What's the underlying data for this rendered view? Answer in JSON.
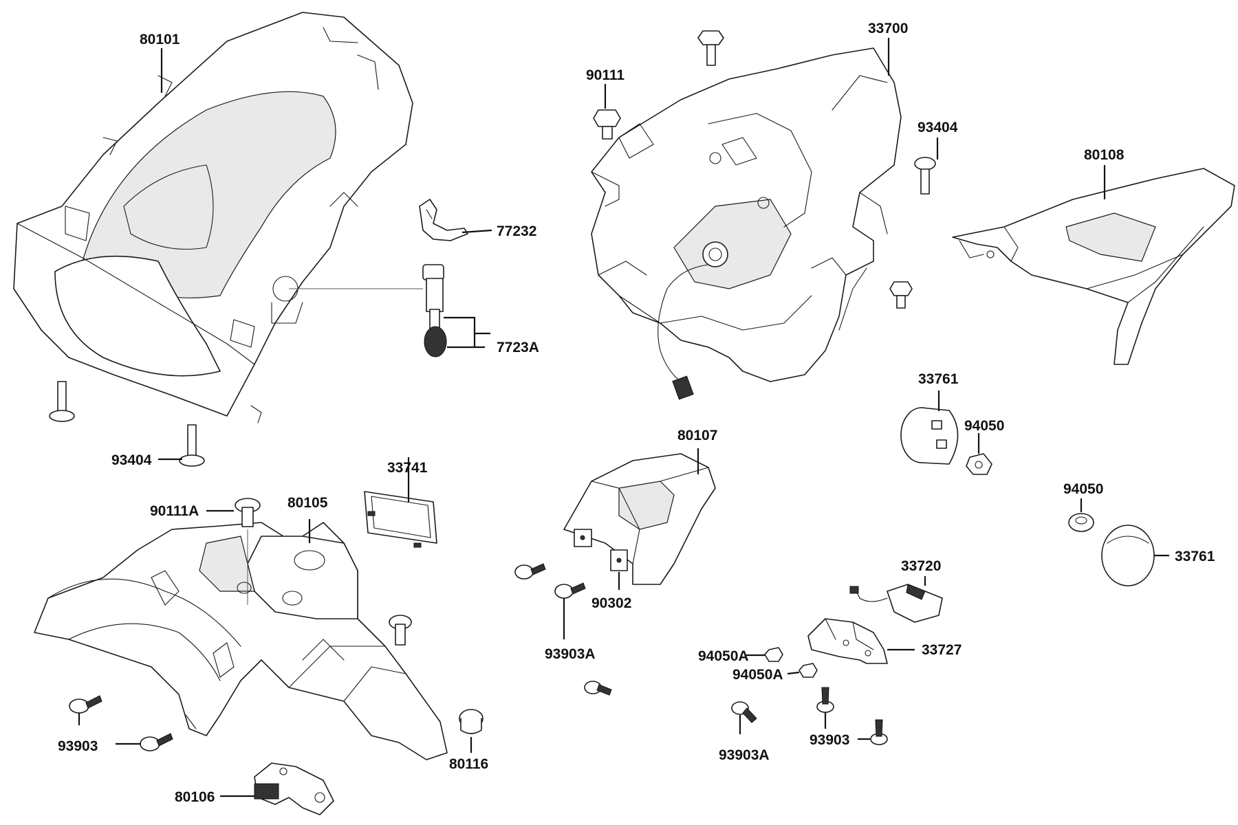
{
  "labels": {
    "p80101": "80101",
    "p77232": "77232",
    "p7723A": "7723A",
    "p93404_left": "93404",
    "p90111A": "90111A",
    "p80105": "80105",
    "p33741": "33741",
    "p93903_left": "93903",
    "p80106": "80106",
    "p80116": "80116",
    "p90111": "90111",
    "p33700": "33700",
    "p93404_right": "93404",
    "p80108": "80108",
    "p80107": "80107",
    "p90302": "90302",
    "p93903A_center": "93903A",
    "p33761_top": "33761",
    "p94050_top": "94050",
    "p94050_right": "94050",
    "p33761_right": "33761",
    "p33720": "33720",
    "p33727": "33727",
    "p94050A_1": "94050A",
    "p94050A_2": "94050A",
    "p93903_right": "93903",
    "p93903A_bottom": "93903A"
  },
  "colors": {
    "line": "#1a1a1a",
    "background": "#ffffff"
  }
}
